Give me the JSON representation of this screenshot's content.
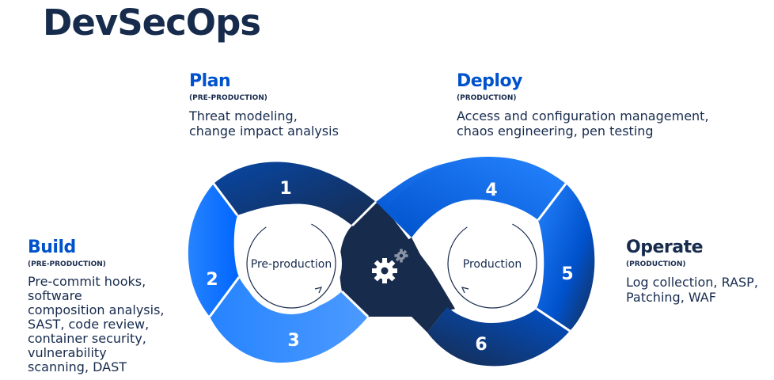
{
  "title": "DevSecOps",
  "stages": {
    "plan": {
      "name": "Plan",
      "tag": "(PRE-PRODUCTION)",
      "desc": [
        "Threat modeling,",
        "change impact analysis"
      ]
    },
    "deploy": {
      "name": "Deploy",
      "tag": "(PRODUCTION)",
      "desc": [
        "Access and configuration management,",
        "chaos engineering, pen testing"
      ]
    },
    "build": {
      "name": "Build",
      "tag": "(PRE-PRODUCTION)",
      "desc": [
        "Pre-commit hooks,",
        "software",
        "composition analysis,",
        "SAST, code review,",
        "container security,",
        "vulnerability",
        "scanning, DAST"
      ]
    },
    "operate": {
      "name": "Operate",
      "tag": "(PRODUCTION)",
      "desc": [
        "Log collection, RASP,",
        "Patching, WAF"
      ]
    }
  },
  "loop": {
    "numbers": [
      "1",
      "2",
      "3",
      "4",
      "5",
      "6"
    ],
    "left_label": "Pre-production",
    "right_label": "Production",
    "center_icon": "gears-icon",
    "colors": {
      "navy": "#172b4d",
      "blue": "#0052cc",
      "bright": "#2684ff"
    }
  }
}
